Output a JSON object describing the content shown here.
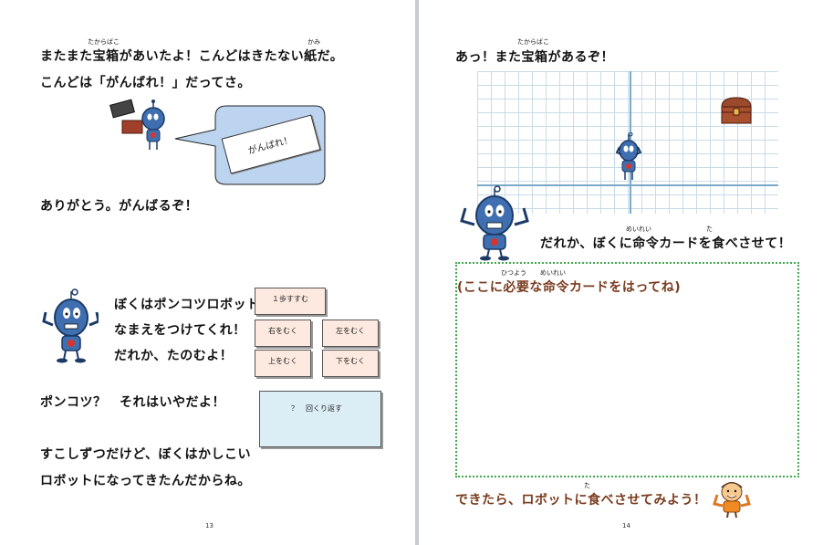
{
  "left_page": {
    "ruby_takarabako": "たからばこ",
    "ruby_kami": "かみ",
    "line1": "またまた宝箱があいたよ！こんどはきたない紙だ。",
    "line2": "こんどは「がんばれ！」だってさ。",
    "paper_text": "がんばれ！",
    "line3": "ありがとう。がんばるぞ！",
    "intro_lines": [
      "ぼくはポンコツロボット",
      "なまえをつけてくれ！",
      "だれか、たのむよ！"
    ],
    "line_ponkotsu": "ポンコツ？　それはいやだよ！",
    "closing_lines": [
      "すこしずつだけど、ぼくはかしこい",
      "ロボットになってきたんだからね。"
    ],
    "cards": {
      "forward": "１歩すすむ",
      "turn_right": "右をむく",
      "turn_left": "左をむく",
      "turn_up": "上をむく",
      "turn_down": "下をむく",
      "repeat": "？　回くり返す"
    },
    "page_number": "13"
  },
  "right_page": {
    "ruby_takarabako": "たからばこ",
    "line1": "あっ！また宝箱があるぞ！",
    "ruby_meirei": "めいれい",
    "ruby_ta": "た",
    "line2": "だれか、ぼくに命令カードを食べさせて！",
    "ruby_hitsuyou": "ひつよう",
    "ruby_meirei2": "めいれい",
    "box_label": "(ここに必要な命令カードをはってね)",
    "ruby_ta2": "た",
    "line3": "できたら、ロボットに食べさせてみよう！",
    "page_number": "14"
  },
  "colors": {
    "robot_blue": "#3f6fb0",
    "robot_red": "#d8342b",
    "box_border_green": "#3fa64a",
    "label_brown": "#7a3b1e",
    "bubble_blue": "#bcd4f0"
  }
}
